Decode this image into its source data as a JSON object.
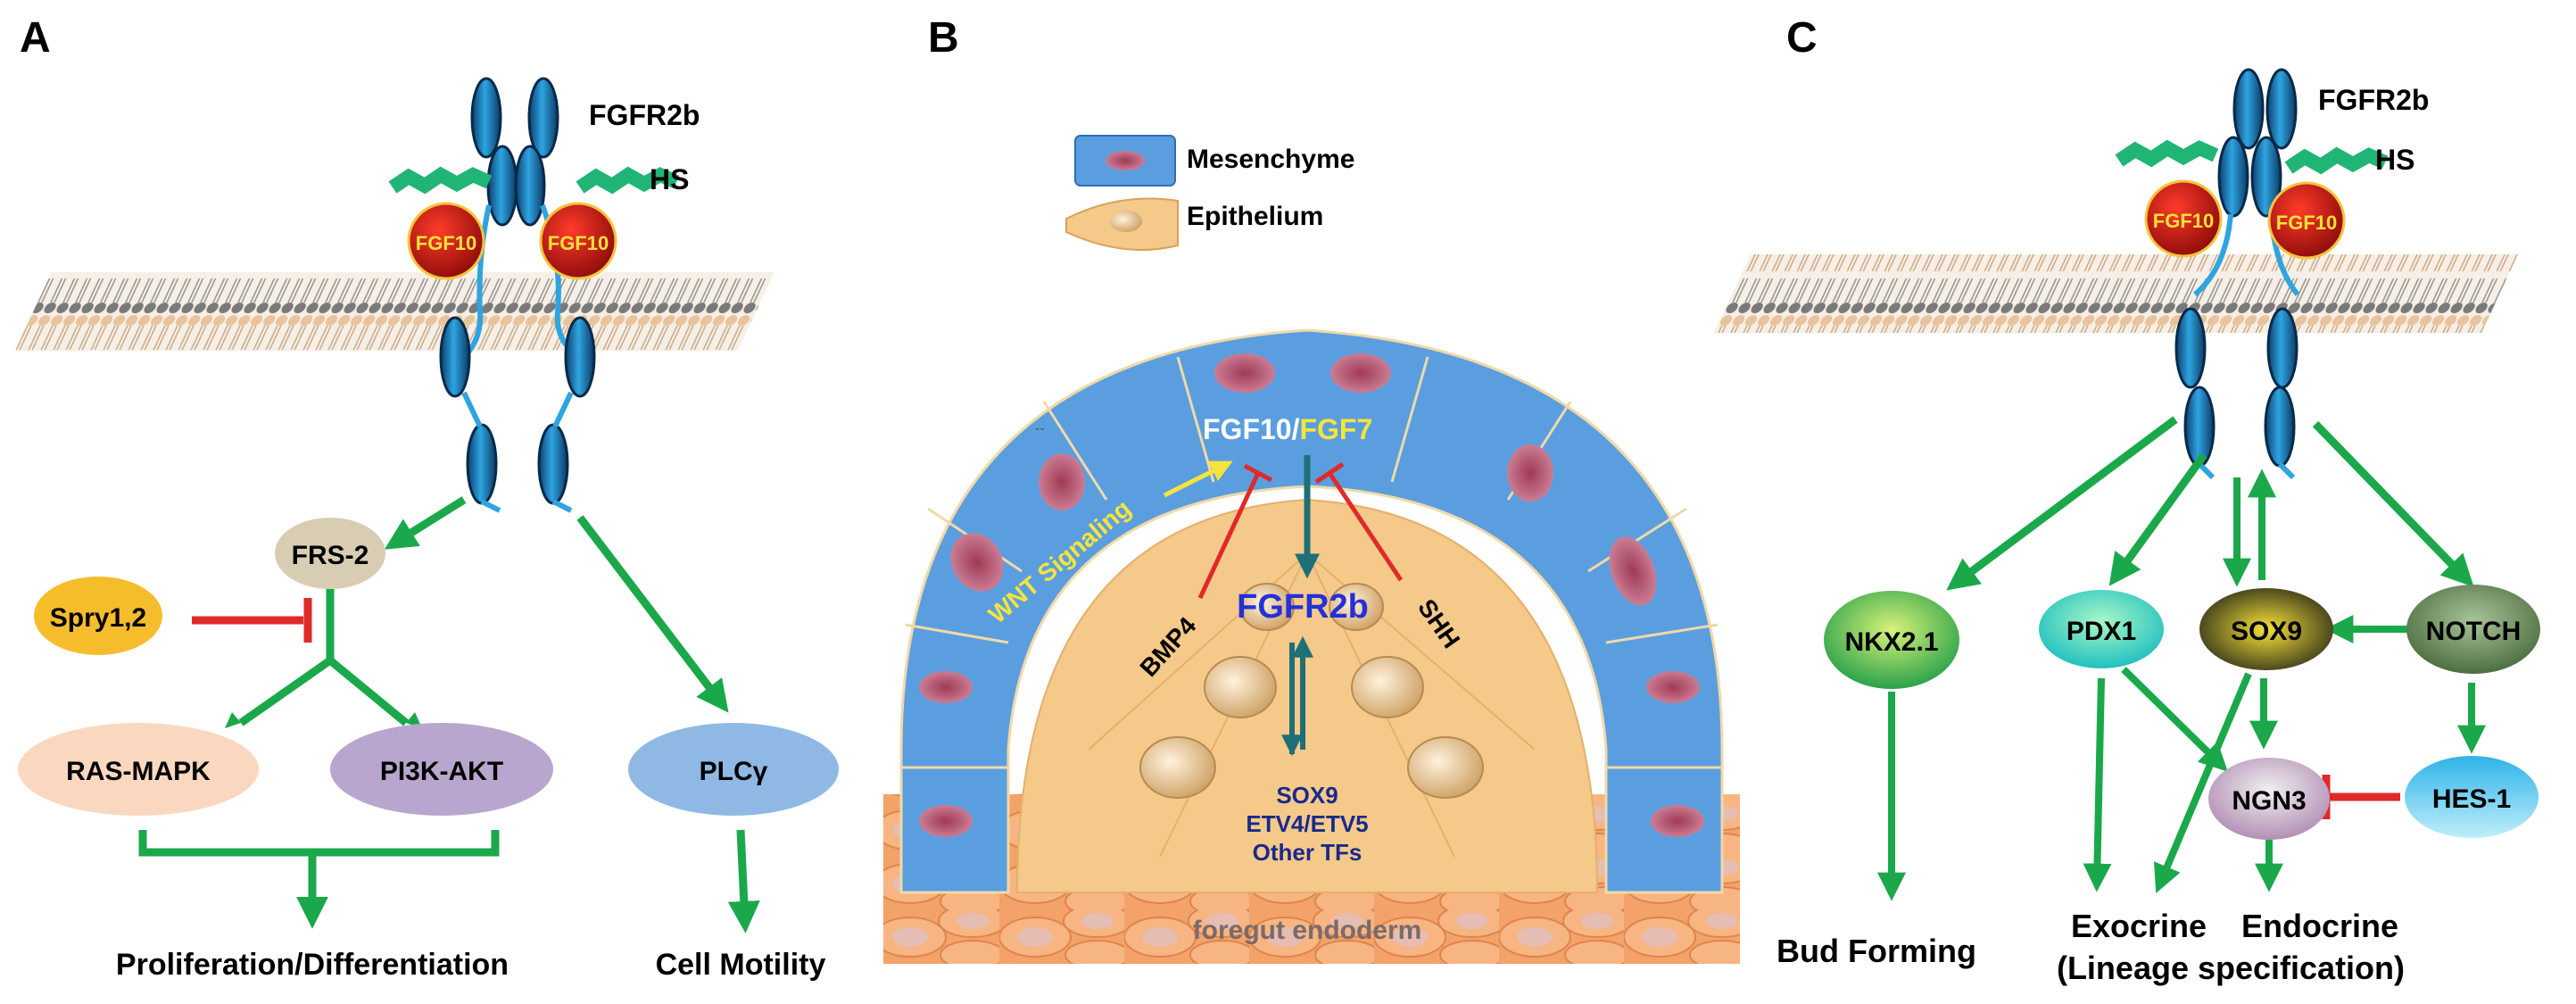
{
  "panels": {
    "a": {
      "letter": "A",
      "receptor": "FGFR2b",
      "hs": "HS",
      "ligand_1": "FGF10",
      "ligand_2": "FGF10",
      "frs2": "FRS-2",
      "spry": "Spry1,2",
      "ras": "RAS-MAPK",
      "pi3k": "PI3K-AKT",
      "plcg": "PLCγ",
      "out_prolif": "Proliferation/Differentiation",
      "out_motility": "Cell Motility"
    },
    "b": {
      "letter": "B",
      "legend_mesenchyme": "Mesenchyme",
      "legend_epithelium": "Epithelium",
      "fgf10": "FGF10",
      "slash": "/",
      "fgf7": "FGF7",
      "wnt": "WNT Signaling",
      "bmp4": "BMP4",
      "shh": "SHH",
      "fgfr2b": "FGFR2b",
      "tf1": "SOX9",
      "tf2": "ETV4/ETV5",
      "tf3": "Other TFs",
      "endoderm": "foregut endoderm",
      "dash": "--"
    },
    "c": {
      "letter": "C",
      "receptor": "FGFR2b",
      "hs": "HS",
      "ligand_1": "FGF10",
      "ligand_2": "FGF10",
      "nkx": "NKX2.1",
      "pdx": "PDX1",
      "sox9": "SOX9",
      "notch": "NOTCH",
      "ngn3": "NGN3",
      "hes": "HES-1",
      "out_bud": "Bud Forming",
      "out_exo": "Exocrine",
      "out_endo": "Endocrine",
      "out_lineage": "(Lineage specification)"
    }
  },
  "colors": {
    "green": "#1aa84a",
    "red": "#e02a2a",
    "teal": "#1f6f78",
    "mesenchyme": "#5b9ee0",
    "epithelium": "#f4c98a",
    "wnt": "#f5e43c",
    "fgfr2b_text": "#2430d8"
  }
}
